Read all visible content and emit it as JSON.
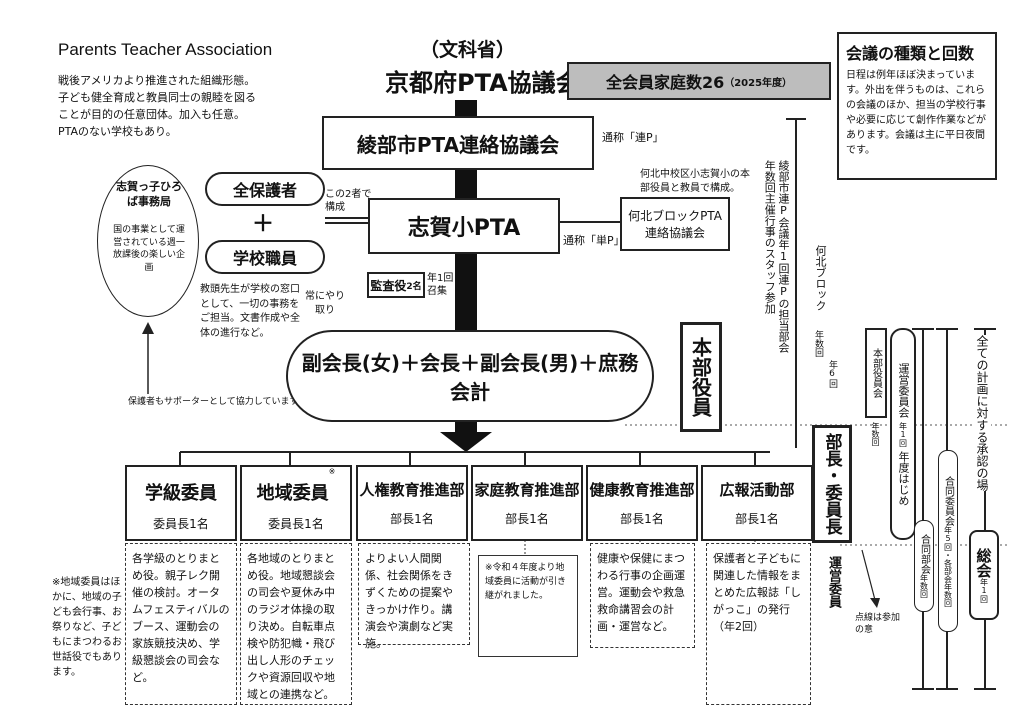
{
  "pta": {
    "title": "Parents Teacher Association",
    "desc": "戦後アメリカより推進された組織形態。子ども健全育成と教員同士の親睦を図ることが目的の任意団体。加入も任意。PTAのない学校もあり。"
  },
  "top": {
    "ministry": "（文科省）",
    "kyoto": "京都府PTA協議会",
    "households": "全会員家庭数26",
    "households_year": "（2025年度）"
  },
  "ayabe": {
    "name": "綾部市PTA連絡協議会",
    "alias": "通称「連P」",
    "note": "何北中校区小志賀小の本部役員と教員で構成。"
  },
  "shiga": {
    "name": "志賀小PTA",
    "alias": "通称「単P」"
  },
  "kahoku_block": "何北ブロックPTA連絡協議会",
  "members": {
    "parents": "全保護者",
    "plus": "＋",
    "staff": "学校職員",
    "composed": "この2者で構成",
    "principal_note": "教頭先生が学校の窓口として、一切の事務をご担当。文書作成や全体の進行など。",
    "contact": "常にやり取り"
  },
  "hiroba": {
    "title": "志賀っ子ひろば事務局",
    "desc": "国の事業として運営されている週一放課後の楽しい企画"
  },
  "support_note": "保護者もサポーターとして協力しています。",
  "auditor": {
    "label": "監査役",
    "count": "2名",
    "note": "年1回召集"
  },
  "executives": {
    "text": "副会長(女)＋会長＋副会長(男)＋庶務会計"
  },
  "honbu_yakuin": "本部役員",
  "bucho": "部長・委員長",
  "unei_iin": "運営委員",
  "meetings": {
    "title": "会議の種類と回数",
    "desc": "日程は例年ほぼ決まっています。外出を伴うものは、これらの会議のほか、担当の学校行事や必要に応じて創作作業などがあります。会議は主に平日夜間です。"
  },
  "renp_note": "綾部市連P会議年1回連Pの担当部会年数回主催行事のスタッフ参加",
  "kahoku_bar": {
    "label": "何北ブロック",
    "count": "年数回",
    "count2": "年6回"
  },
  "bars": {
    "honbu": {
      "label": "本部役員会",
      "count": "年数回"
    },
    "unei": {
      "label": "運営委員会",
      "count": "年1回",
      "extra": "年度はじめ"
    },
    "godo": {
      "label": "合同部会",
      "count": "年数回"
    },
    "godo_iin": {
      "label": "合同委員会",
      "count": "年5回・各部会年数回"
    },
    "all_plans": {
      "label": "全ての計画に対する承認の場"
    },
    "sokai": {
      "label": "総会",
      "count": "年1回"
    }
  },
  "dotted_note": "点線は参加の意",
  "committees": [
    {
      "name": "学級委員",
      "head": "委員長1名",
      "desc": "各学級のとりまとめ役。親子レク開催の検討。オータムフェスティバルのブース、運動会の家族競技決め、学級懇談会の司会など。"
    },
    {
      "name": "地域委員",
      "mark": "※",
      "head": "委員長1名",
      "desc": "各地域のとりまとめ役。地域懇談会の司会や夏休み中のラジオ体操の取り決め。自転車点検や防犯幟・飛び出し人形のチェックや資源回収や地域との連携など。"
    },
    {
      "name": "人権教育推進部",
      "head": "部長1名",
      "desc": "よりよい人間関係、社会関係をきずくための提案やきっかけ作り。講演会や演劇など実施。"
    },
    {
      "name": "家庭教育推進部",
      "head": "部長1名",
      "desc": "※令和４年度より地域委員に活動が引き継がれました。"
    },
    {
      "name": "健康教育推進部",
      "head": "部長1名",
      "desc": "健康や保健にまつわる行事の企画運営。運動会や救急救命講習会の計画・運営など。"
    },
    {
      "name": "広報活動部",
      "head": "部長1名",
      "desc": "保護者と子どもに関連した情報をまとめた広報誌「しがっこ」の発行（年2回）"
    }
  ],
  "chiiki_footnote": "※地域委員はほかに、地域の子ども会行事、お祭りなど、子どもにまつわるお世話役でもあります。"
}
